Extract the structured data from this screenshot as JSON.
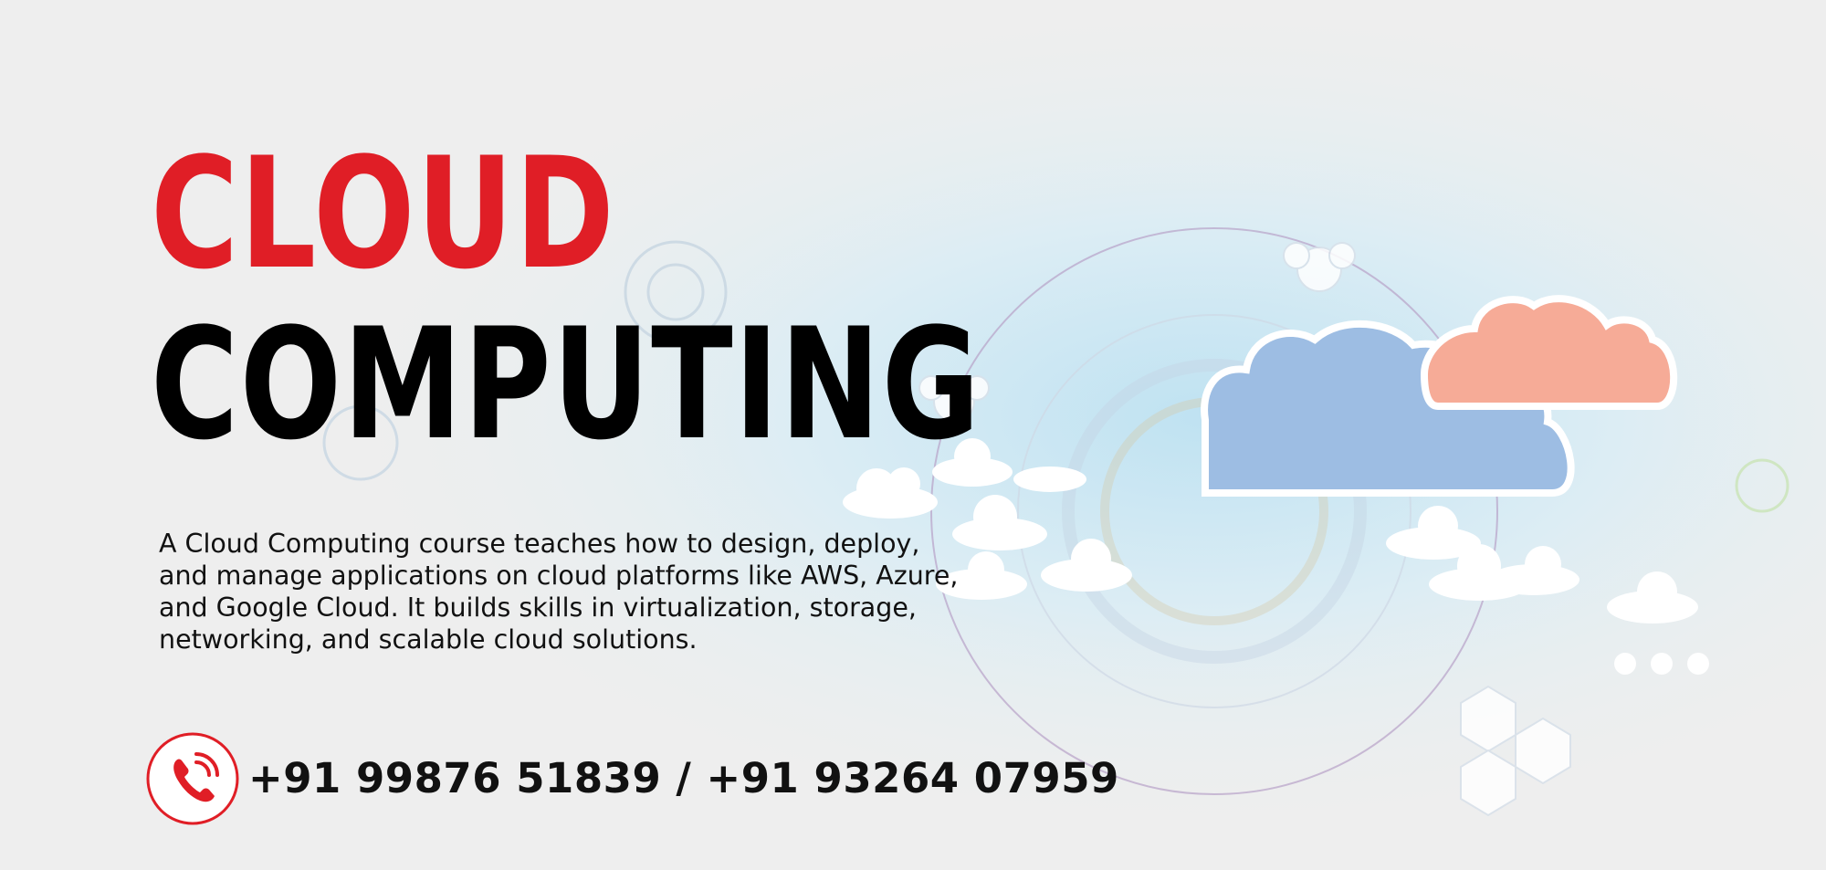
{
  "banner": {
    "title_line1": "CLOUD",
    "title_line2": "COMPUTING",
    "description": "A Cloud Computing course teaches how to design, deploy, and manage applications on cloud platforms like AWS, Azure, and Google Cloud. It builds skills in virtualization, storage, networking, and scalable cloud solutions.",
    "phone": "+91 99876 51839 / +91 93264 07959",
    "phone_icon": "phone-ringing-icon"
  },
  "colors": {
    "accent_red": "#e01e26",
    "text_dark": "#111111",
    "cloud_blue": "#9dbde3",
    "cloud_peach": "#f6ab97",
    "background": "#eeeeee"
  }
}
